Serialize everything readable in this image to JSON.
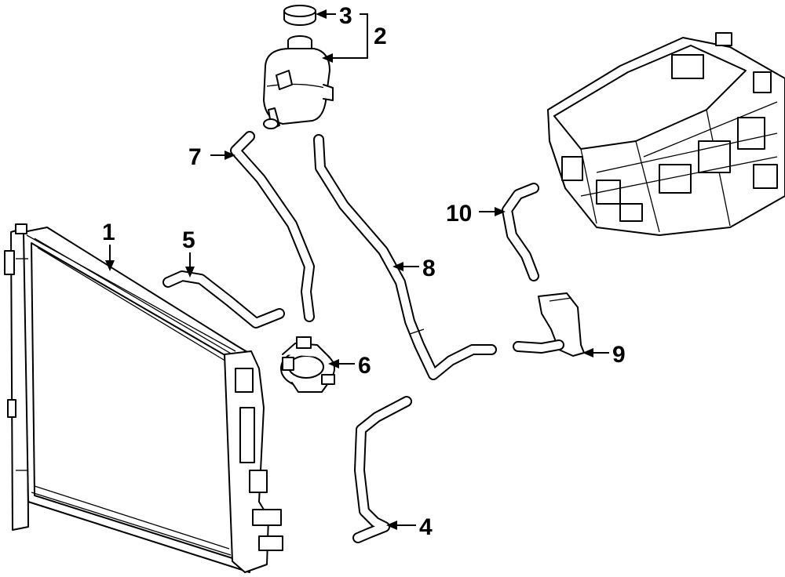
{
  "callouts": {
    "c1": "1",
    "c2": "2",
    "c3": "3",
    "c4": "4",
    "c5": "5",
    "c6": "6",
    "c7": "7",
    "c8": "8",
    "c9": "9",
    "c10": "10"
  },
  "parts": [
    {
      "callout": "1",
      "depicts": "radiator"
    },
    {
      "callout": "2",
      "depicts": "coolant reservoir"
    },
    {
      "callout": "3",
      "depicts": "reservoir cap"
    },
    {
      "callout": "4",
      "depicts": "hose"
    },
    {
      "callout": "5",
      "depicts": "hose"
    },
    {
      "callout": "6",
      "depicts": "water pump"
    },
    {
      "callout": "7",
      "depicts": "hose"
    },
    {
      "callout": "8",
      "depicts": "hose"
    },
    {
      "callout": "9",
      "depicts": "pipe"
    },
    {
      "callout": "10",
      "depicts": "hose"
    }
  ],
  "colors": {
    "line": "#000000",
    "background": "#ffffff"
  }
}
